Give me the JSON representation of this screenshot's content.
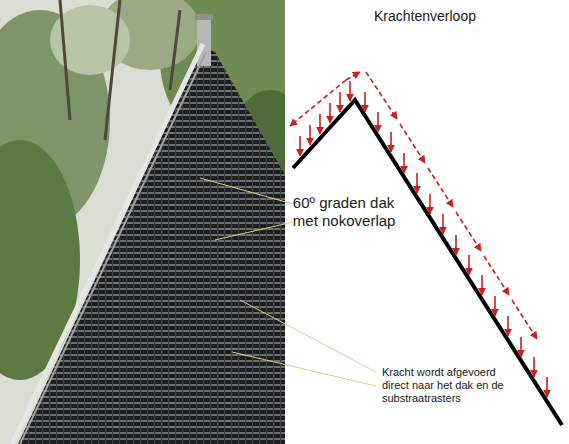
{
  "diagram": {
    "title": "Krachtenverloop",
    "labels": [
      "60º graden dak met nokoverlap",
      "Kracht wordt afgevoerd direct naar het dak en de substraatrasters"
    ]
  }
}
